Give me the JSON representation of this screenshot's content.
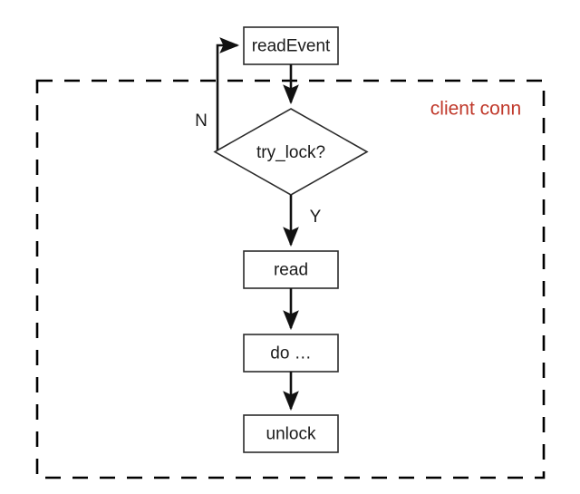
{
  "diagram": {
    "type": "flowchart",
    "title": "",
    "background_color": "#ffffff",
    "group": {
      "label": "client conn",
      "label_color": "#c0392b",
      "border_style": "dashed",
      "border_color": "#000000"
    },
    "nodes": [
      {
        "id": "readEvent",
        "label": "readEvent",
        "shape": "rectangle"
      },
      {
        "id": "try_lock",
        "label": "try_lock?",
        "shape": "diamond"
      },
      {
        "id": "read",
        "label": "read",
        "shape": "rectangle"
      },
      {
        "id": "do",
        "label": "do …",
        "shape": "rectangle"
      },
      {
        "id": "unlock",
        "label": "unlock",
        "shape": "rectangle"
      }
    ],
    "edges": [
      {
        "from": "readEvent",
        "to": "try_lock",
        "label": ""
      },
      {
        "from": "try_lock",
        "to": "readEvent",
        "label": "N"
      },
      {
        "from": "try_lock",
        "to": "read",
        "label": "Y"
      },
      {
        "from": "read",
        "to": "do",
        "label": ""
      },
      {
        "from": "do",
        "to": "unlock",
        "label": ""
      }
    ],
    "edge_labels": {
      "no_branch": "N",
      "yes_branch": "Y"
    }
  }
}
